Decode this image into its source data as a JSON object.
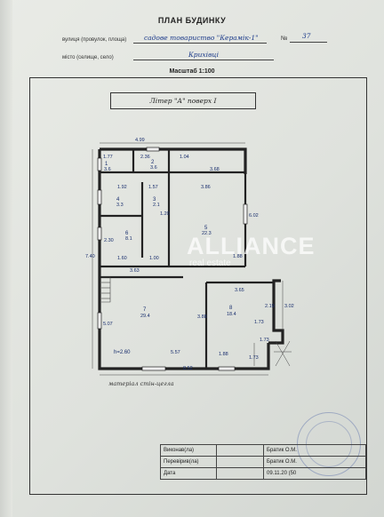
{
  "header": {
    "title": "ПЛАН БУДИНКУ",
    "street_label": "вулиця (провулок, площа)",
    "street_value": "садове товариство \"Керамік-1\"",
    "number_label": "№",
    "number_value": "37",
    "place_label": "місто (селище, село)",
    "place_value": "Крихівці",
    "scale": "Масштаб 1:100"
  },
  "litera": "Літер \"А\" поверх  I",
  "watermark": {
    "brand": "ALLIANCE",
    "sub": "real estate"
  },
  "plan_labels": {
    "d_top": "4.99",
    "d_177": "1.77",
    "d_236": "2.36",
    "d_104": "1.04",
    "d_368": "3.68",
    "r1": "1",
    "a1": "3.6",
    "r2": "2",
    "a2": "3.6",
    "d_192": "1.92",
    "d_157": "1.57",
    "d_386": "3.86",
    "r4": "4",
    "a4": "3.3",
    "d_120": "1.20",
    "r3": "3",
    "a3": "2.1",
    "d_602": "6.02",
    "r5": "5",
    "a5": "22.3",
    "r6": "6",
    "a6": "8.1",
    "d_230": "2.30",
    "d_740": "7.40",
    "d_160": "1.60",
    "d_100": "1.00",
    "d_188": "1.88",
    "d_363": "3.63",
    "d_365": "3.65",
    "r7": "7",
    "a7": "29.4",
    "d_507": "5.07",
    "d_388": "3.88",
    "r8": "8",
    "a8": "18.4",
    "d_219": "2.19",
    "d_302": "3.02",
    "d_173": "1.73",
    "d_173b": "1.73",
    "d_173c": "1.73",
    "height": "h=2.60",
    "d_557": "5.57",
    "d_188b": "1.88",
    "d_852": "8.52"
  },
  "material": "матеріал стін-цегла",
  "signature": {
    "rows": [
      {
        "label": "Виконав(ла)",
        "value": "Братик О.М."
      },
      {
        "label": "Перевірив(ла)",
        "value": "Братик О.М."
      },
      {
        "label": "Дата",
        "value": "09.11.20 (50"
      }
    ]
  }
}
